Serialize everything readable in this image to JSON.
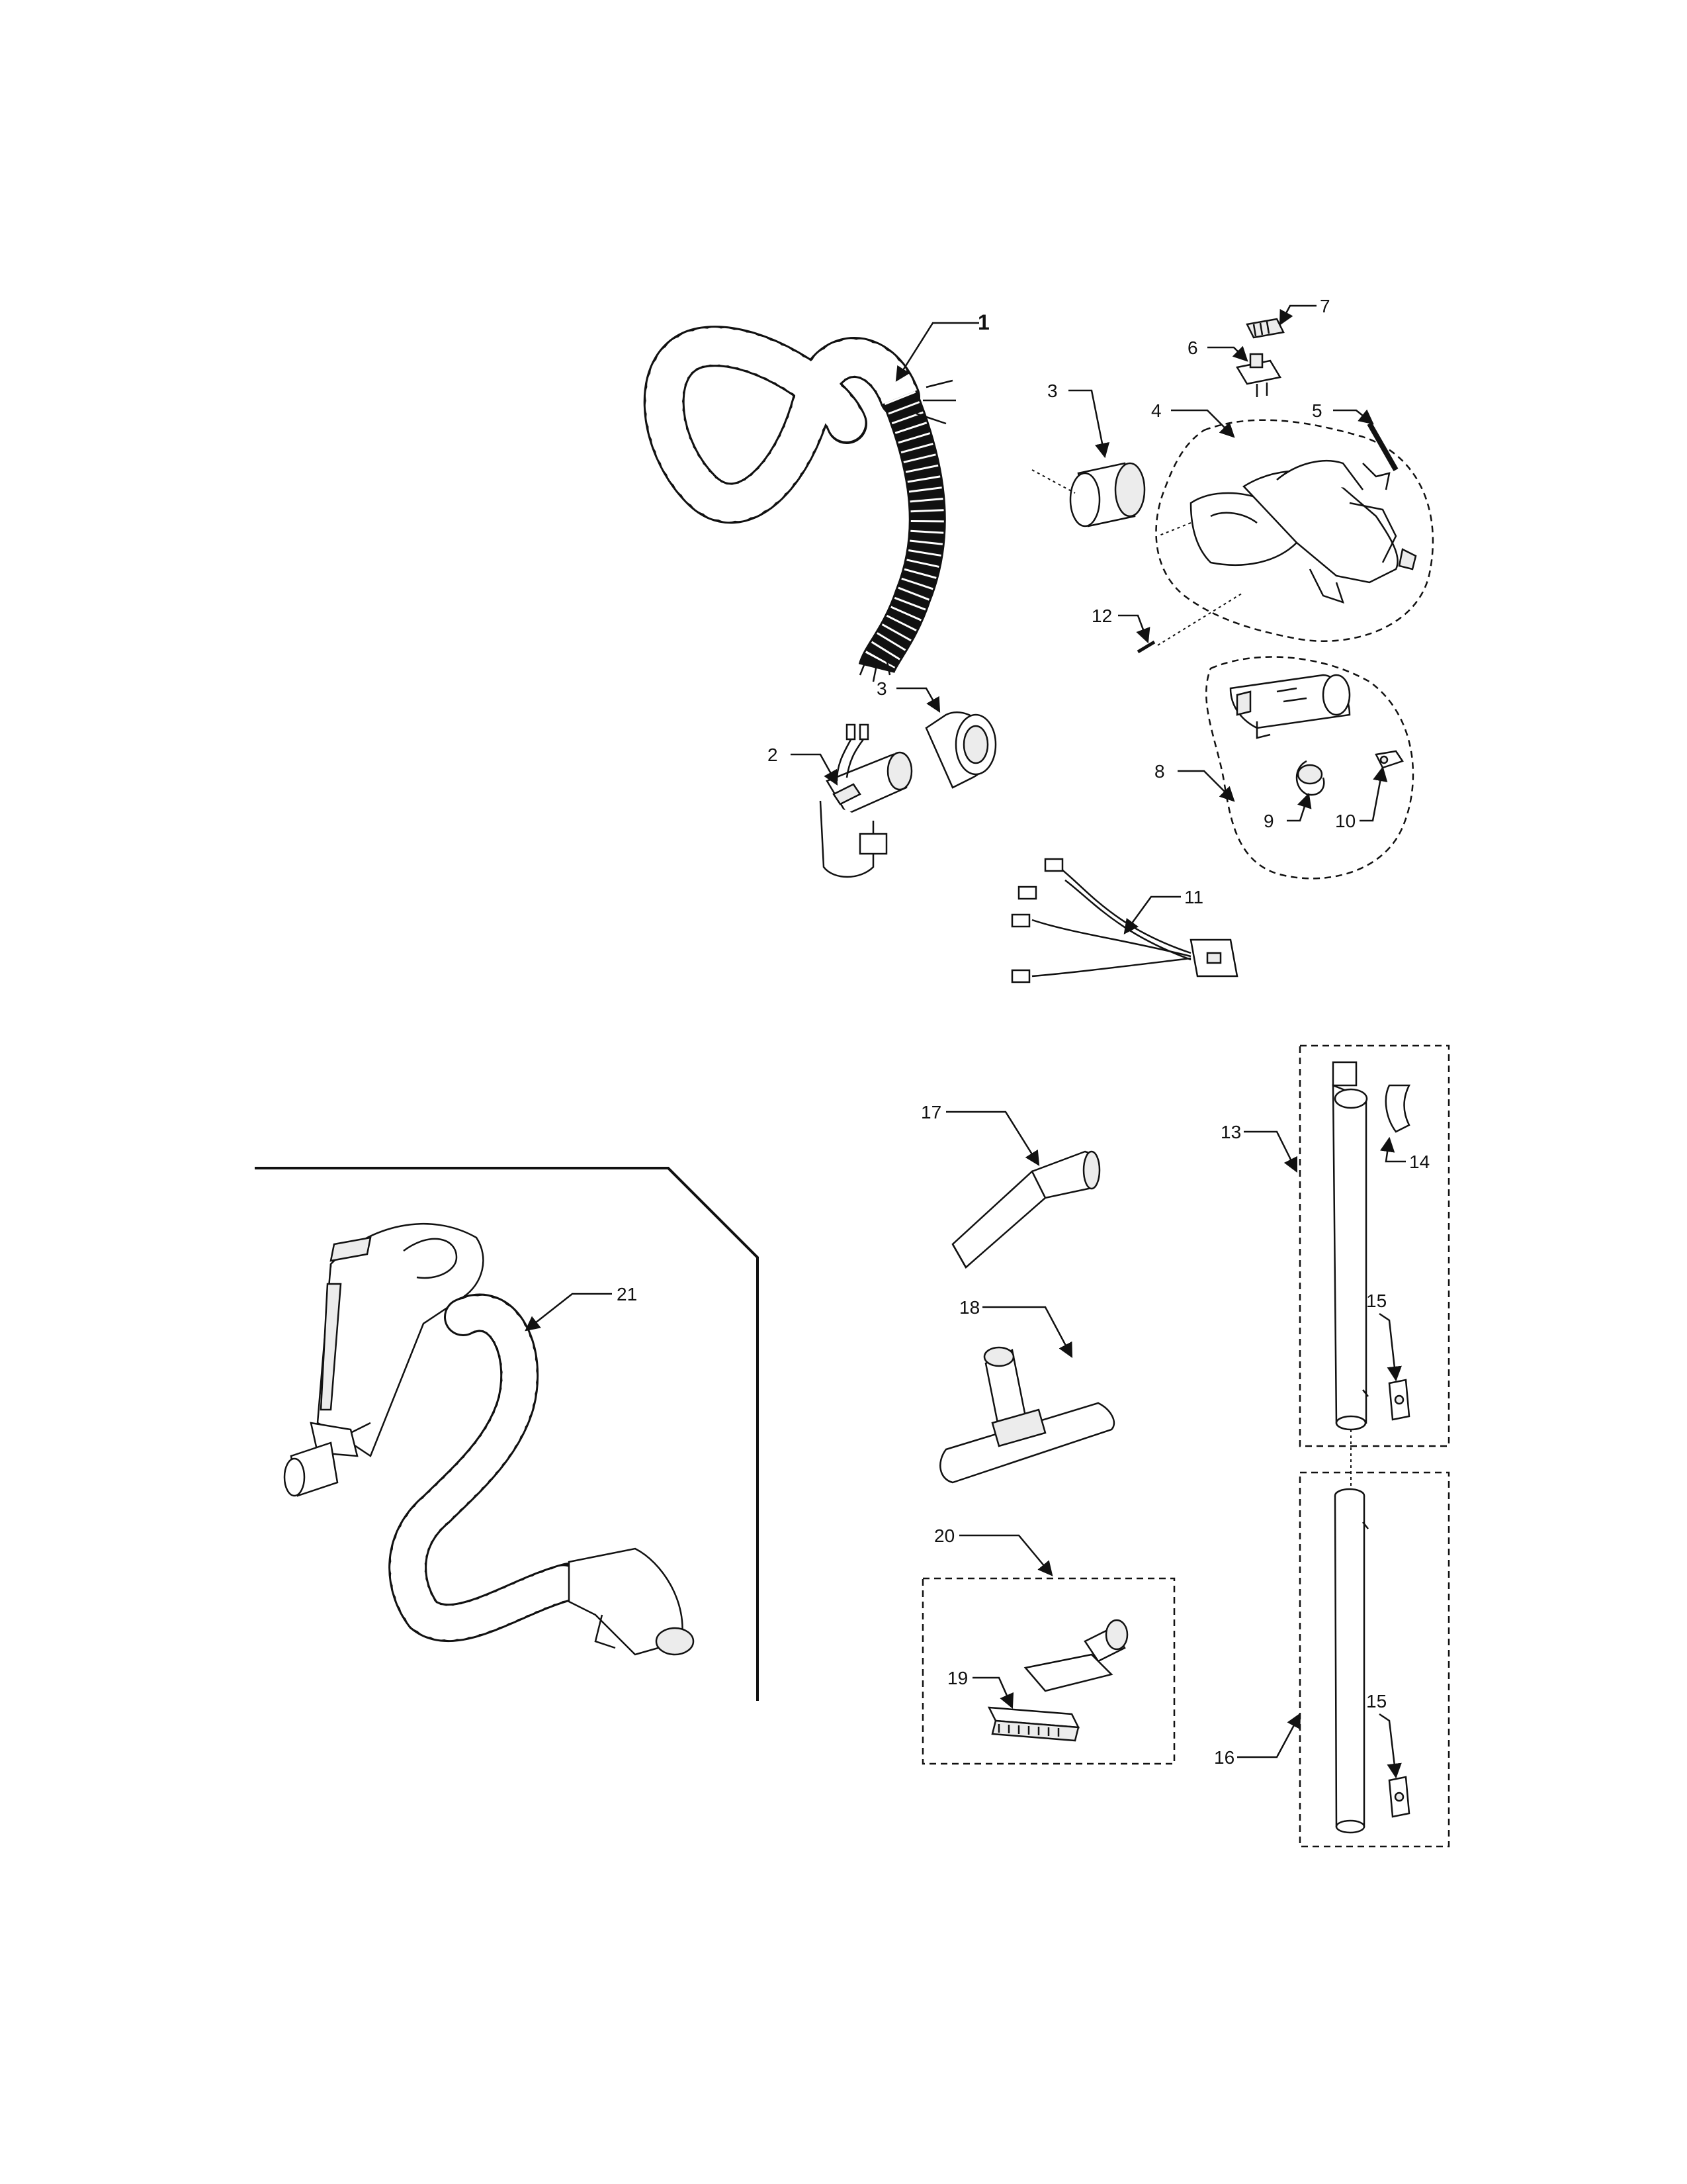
{
  "callouts": [
    {
      "id": "1",
      "text": "1"
    },
    {
      "id": "2",
      "text": "2"
    },
    {
      "id": "3a",
      "text": "3"
    },
    {
      "id": "3b",
      "text": "3"
    },
    {
      "id": "4",
      "text": "4"
    },
    {
      "id": "5",
      "text": "5"
    },
    {
      "id": "6",
      "text": "6"
    },
    {
      "id": "7",
      "text": "7"
    },
    {
      "id": "8",
      "text": "8"
    },
    {
      "id": "9",
      "text": "9"
    },
    {
      "id": "10",
      "text": "10"
    },
    {
      "id": "11",
      "text": "11"
    },
    {
      "id": "12",
      "text": "12"
    },
    {
      "id": "13",
      "text": "13"
    },
    {
      "id": "14",
      "text": "14"
    },
    {
      "id": "15a",
      "text": "15"
    },
    {
      "id": "15b",
      "text": "15"
    },
    {
      "id": "16",
      "text": "16"
    },
    {
      "id": "17",
      "text": "17"
    },
    {
      "id": "18",
      "text": "18"
    },
    {
      "id": "19",
      "text": "19"
    },
    {
      "id": "20",
      "text": "20"
    },
    {
      "id": "21",
      "text": "21"
    }
  ]
}
